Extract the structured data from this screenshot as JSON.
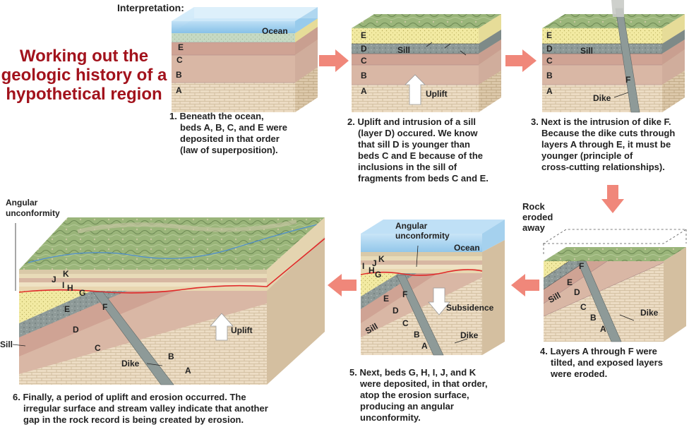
{
  "header_label": "Interpretation:",
  "main_title": [
    "Working out the",
    "geologic history of a",
    "hypothetical region"
  ],
  "colors": {
    "title_red": "#a2121c",
    "arrow_fill": "#f0877a",
    "ocean": "#8fc6ea",
    "bed_A": "#ebdcc2",
    "bed_B": "#d9b7a5",
    "bed_C": "#cfa394",
    "bed_D_sill": "#8e9a98",
    "bed_E": "#f2eaa2",
    "unconformity": "#e02a2a",
    "land": "#9cb57c"
  },
  "panels": {
    "p1": {
      "labels": {
        "ocean": "Ocean",
        "E": "E",
        "C": "C",
        "B": "B",
        "A": "A"
      },
      "caption": [
        "1. Beneath the ocean,",
        "beds A, B, C, and E were",
        "deposited in that order",
        "(law of superposition)."
      ]
    },
    "p2": {
      "labels": {
        "E": "E",
        "D": "D",
        "C": "C",
        "B": "B",
        "A": "A",
        "sill": "Sill",
        "uplift": "Uplift"
      },
      "caption": [
        "2. Uplift and intrusion of a sill",
        "(layer D) occured. We know",
        "that sill D is younger than",
        "beds C and E because of the",
        "inclusions in the sill of",
        "fragments from beds C and E."
      ]
    },
    "p3": {
      "labels": {
        "E": "E",
        "D": "D",
        "C": "C",
        "B": "B",
        "A": "A",
        "sill": "Sill",
        "F": "F",
        "dike": "Dike"
      },
      "caption": [
        "3. Next is the intrusion of dike F.",
        "Because the dike cuts through",
        "layers A through E, it must be",
        "younger (principle of",
        "cross-cutting relationships)."
      ]
    },
    "p4": {
      "labels": {
        "eroded": [
          "Rock",
          "eroded",
          "away"
        ],
        "F": "F",
        "E": "E",
        "D": "D",
        "sill": "Sill",
        "C": "C",
        "B": "B",
        "A": "A",
        "dike": "Dike"
      },
      "caption": [
        "4. Layers A through F were",
        "tilted, and exposed layers",
        "were eroded."
      ]
    },
    "p5": {
      "labels": {
        "angular": [
          "Angular",
          "unconformity"
        ],
        "ocean": "Ocean",
        "K": "K",
        "J": "J",
        "I": "I",
        "H": "H",
        "G": "G",
        "F": "F",
        "E": "E",
        "D": "D",
        "sill": "Sill",
        "C": "C",
        "B": "B",
        "A": "A",
        "subsidence": "Subsidence",
        "dike": "Dike"
      },
      "caption": [
        "5. Next, beds G, H, I, J, and K",
        "were deposited, in that order,",
        "atop the erosion surface,",
        "producing an angular",
        "unconformity."
      ]
    },
    "p6": {
      "labels": {
        "angular": [
          "Angular",
          "unconformity"
        ],
        "K": "K",
        "J": "J",
        "I": "I",
        "H": "H",
        "G": "G",
        "E": "E",
        "F": "F",
        "D": "D",
        "sill": "Sill",
        "C": "C",
        "B": "B",
        "A": "A",
        "uplift": "Uplift",
        "dike": "Dike"
      },
      "caption": [
        "6. Finally, a period of uplift and erosion occurred. The",
        "irregular surface and stream valley indicate that another",
        "gap in the rock record is being created by erosion."
      ]
    }
  }
}
